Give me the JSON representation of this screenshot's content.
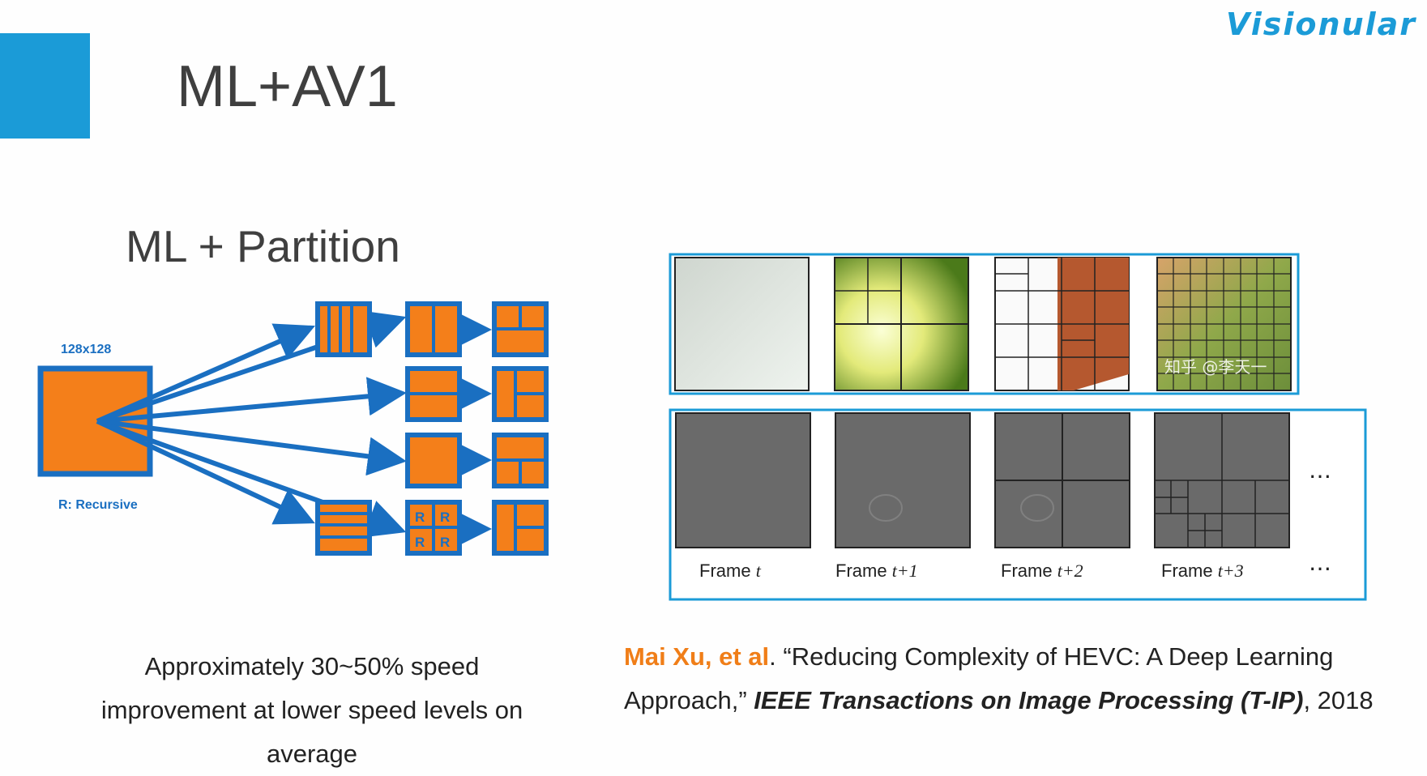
{
  "header": {
    "title": "ML+AV1",
    "logo_text": "Visionular",
    "accent_color": "#1b9bd7"
  },
  "partition": {
    "heading": "ML + Partition",
    "block_label": "128x128",
    "recursive_label": "R: Recursive",
    "recursive_mark": "R",
    "block_color": "#f47f1a",
    "border_color": "#1a6fc1"
  },
  "frames": {
    "labels": [
      {
        "prefix": "Frame ",
        "suffix": "t"
      },
      {
        "prefix": "Frame ",
        "suffix": "t+1"
      },
      {
        "prefix": "Frame ",
        "suffix": "t+2"
      },
      {
        "prefix": "Frame ",
        "suffix": "t+3"
      }
    ],
    "ellipsis": "…",
    "watermark": "知乎 @李天一"
  },
  "caption": "Approximately 30~50% speed improvement at lower speed levels on average",
  "citation": {
    "authors": "Mai Xu,  et al",
    "title_part": ". “Reducing Complexity of HEVC: A Deep Learning Approach,” ",
    "journal": "IEEE Transactions on Image Processing (T-IP)",
    "year": ", 2018"
  }
}
